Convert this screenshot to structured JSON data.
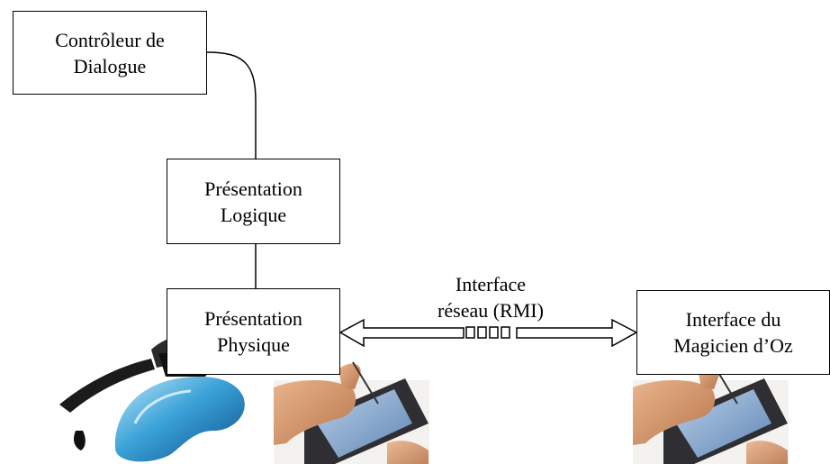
{
  "boxes": {
    "dialogue_controller": {
      "line1": "Contrôleur de",
      "line2": "Dialogue"
    },
    "logical_presentation": {
      "line1": "Présentation",
      "line2": "Logique"
    },
    "physical_presentation": {
      "line1": "Présentation",
      "line2": "Physique"
    },
    "wizard_interface": {
      "line1": "Interface du",
      "line2": "Magicien d’Oz"
    }
  },
  "connector": {
    "line1": "Interface",
    "line2": "réseau (RMI)"
  },
  "images": [
    "head-mounted-display",
    "handheld-pda-with-stylus",
    "handheld-pda-with-stylus"
  ]
}
